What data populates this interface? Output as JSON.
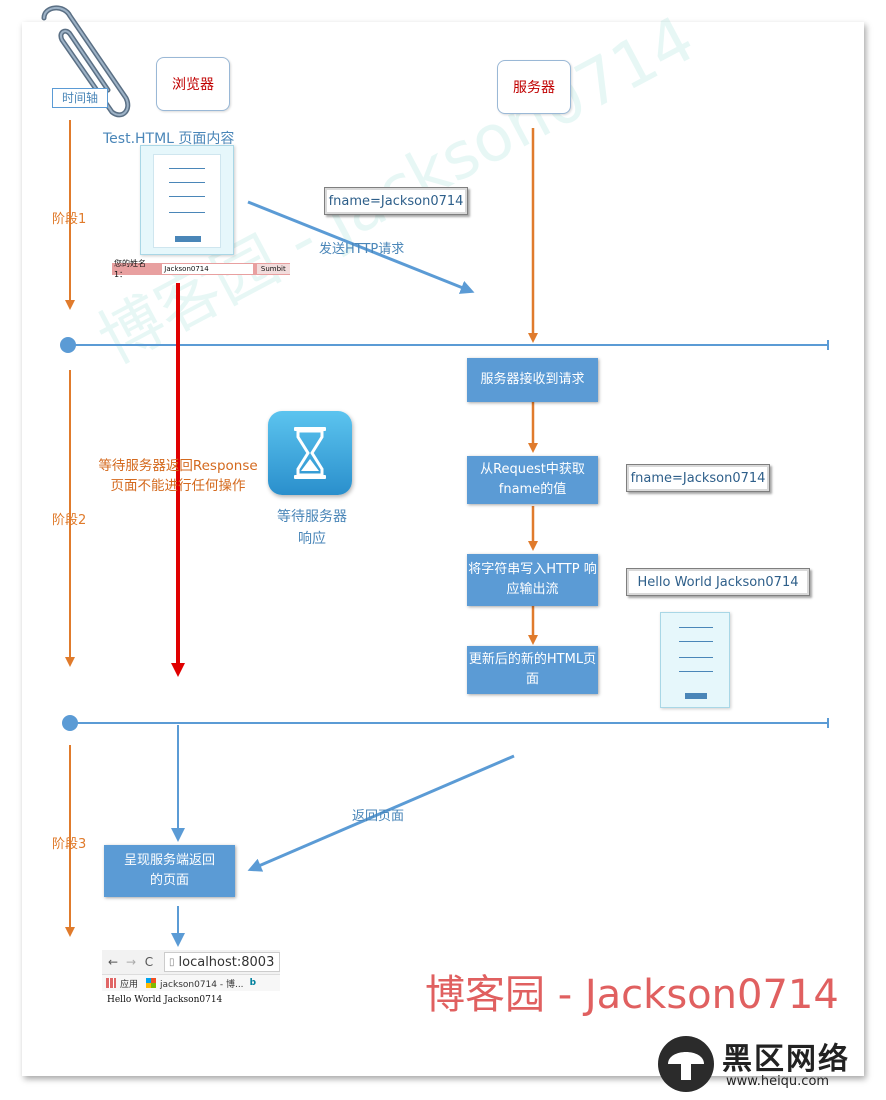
{
  "actors": {
    "browser": "浏览器",
    "server": "服务器"
  },
  "timeline_label": "时间轴",
  "page_content_label": "Test.HTML 页面内容",
  "phases": [
    "阶段1",
    "阶段2",
    "阶段3"
  ],
  "form": {
    "label": "您的姓名1：",
    "value": "Jackson0714",
    "submit": "Sumbit"
  },
  "request": {
    "param": "fname=Jackson0714",
    "label": "发送HTTP请求"
  },
  "wait": {
    "browser_note": "等待服务器返回Response页面不能进行任何操作",
    "server_note": "等待服务器响应"
  },
  "server_steps": [
    "服务器接收到请求",
    "从Request中获取fname的值",
    "将字符串写入HTTP 响应输出流",
    "更新后的新的HTML页面"
  ],
  "values": {
    "fname": "fname=Jackson0714",
    "output": "Hello World  Jackson0714"
  },
  "return_label": "返回页面",
  "render_step": "呈现服务端返回的页面",
  "browser_window": {
    "url": "localhost:8003",
    "apps_label": "应用",
    "bookmark": "jackson0714 - 博...",
    "content": "Hello World Jackson0714"
  },
  "watermark": "博客园 - Jackson0714",
  "signature": "博客园 - Jackson0714",
  "site_logo": {
    "name": "黑区网络",
    "url": "www.heiqu.com"
  },
  "colors": {
    "timeline_blue": "#5b9bd5",
    "arrow_orange": "#e07b2c",
    "wait_red": "#e00000",
    "actor_text": "#c00000"
  }
}
